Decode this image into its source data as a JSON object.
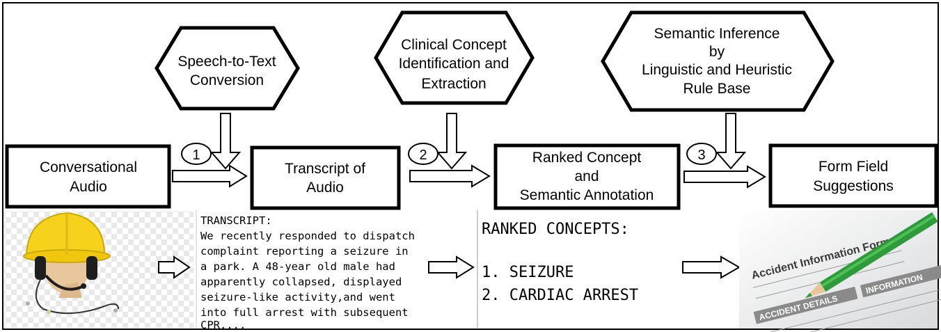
{
  "process_steps": [
    {
      "lines": [
        "Speech-to-Text",
        "Conversion"
      ]
    },
    {
      "lines": [
        "Clinical Concept",
        "Identification and",
        "Extraction"
      ]
    },
    {
      "lines": [
        "Semantic Inference",
        "by",
        "Linguistic and Heuristic",
        "Rule Base"
      ]
    }
  ],
  "stages": [
    {
      "lines": [
        "Conversational",
        "Audio"
      ]
    },
    {
      "lines": [
        "Transcript of",
        "Audio"
      ]
    },
    {
      "lines": [
        "Ranked Concept",
        "and",
        "Semantic Annotation"
      ]
    },
    {
      "lines": [
        "Form Field",
        "Suggestions"
      ]
    }
  ],
  "step_numbers": [
    "1",
    "2",
    "3"
  ],
  "transcript": {
    "header": "TRANSCRIPT:",
    "lines": [
      "We recently responded to dispatch",
      "complaint reporting a seizure in",
      "a park. A 48-year old male had",
      "apparently collapsed, displayed",
      "seizure-like activity,and went",
      "into full arrest with subsequent",
      "CPR...."
    ]
  },
  "ranked": {
    "header": "RANKED CONCEPTS:",
    "items": [
      "1. SEIZURE",
      "2. CARDIAC ARREST"
    ]
  },
  "form_image": {
    "lines": [
      "Accident Information Form",
      "ACCIDENT DETAILS",
      "INFORMATION"
    ]
  },
  "colors": {
    "helmet": "#f7d21c",
    "pencil": "#2e9b3a",
    "headset": "#1e1e1e"
  }
}
